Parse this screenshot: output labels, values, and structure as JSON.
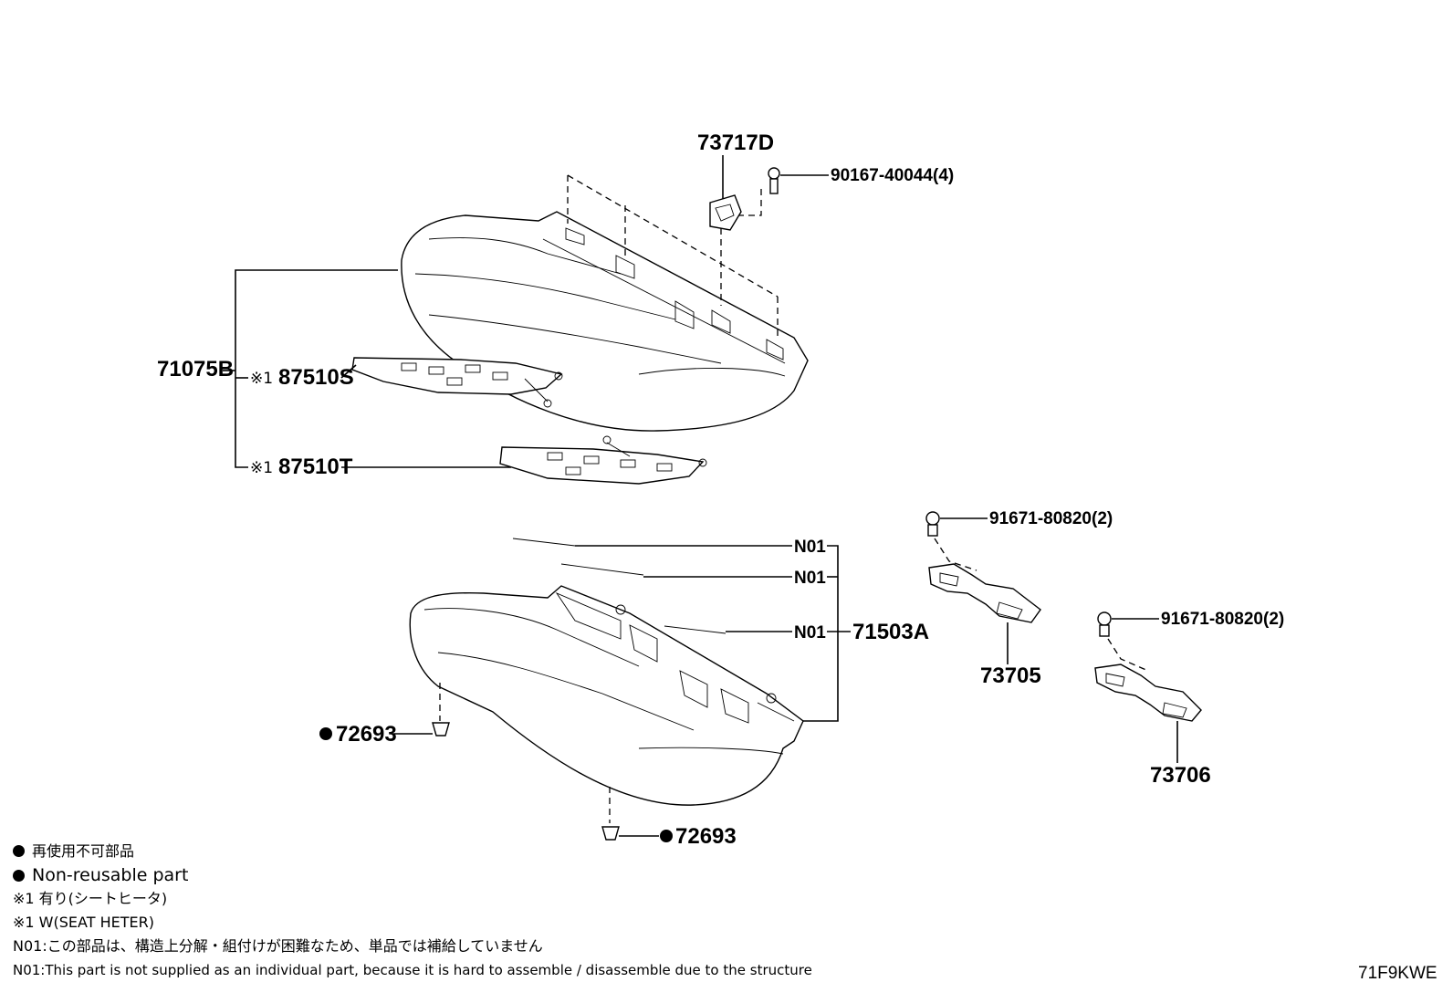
{
  "parts": {
    "p73717D": "73717D",
    "p90167": "90167-40044(4)",
    "p71075B": "71075B",
    "p87510S": "87510S",
    "p87510T": "87510T",
    "p91671a": "91671-80820(2)",
    "p91671b": "91671-80820(2)",
    "p73705": "73705",
    "p73706": "73706",
    "pN01a": "N01",
    "pN01b": "N01",
    "pN01c": "N01",
    "p71503A": "71503A",
    "p72693a": "72693",
    "p72693b": "72693"
  },
  "marks": {
    "heater_mark": "※1"
  },
  "legend": {
    "nonreusable_ja": "再使用不可部品",
    "nonreusable_en": "Non-reusable part",
    "heater_ja": "※1 有り(シートヒータ)",
    "heater_en": "※1 W(SEAT HETER)",
    "n01_ja": "N01:この部品は、構造上分解・組付けが困難なため、単品では補給していません",
    "n01_en": "N01:This part is not supplied as an individual part, because it is hard to assemble / disassemble due to the structure"
  },
  "figure_code": "71F9KWE"
}
